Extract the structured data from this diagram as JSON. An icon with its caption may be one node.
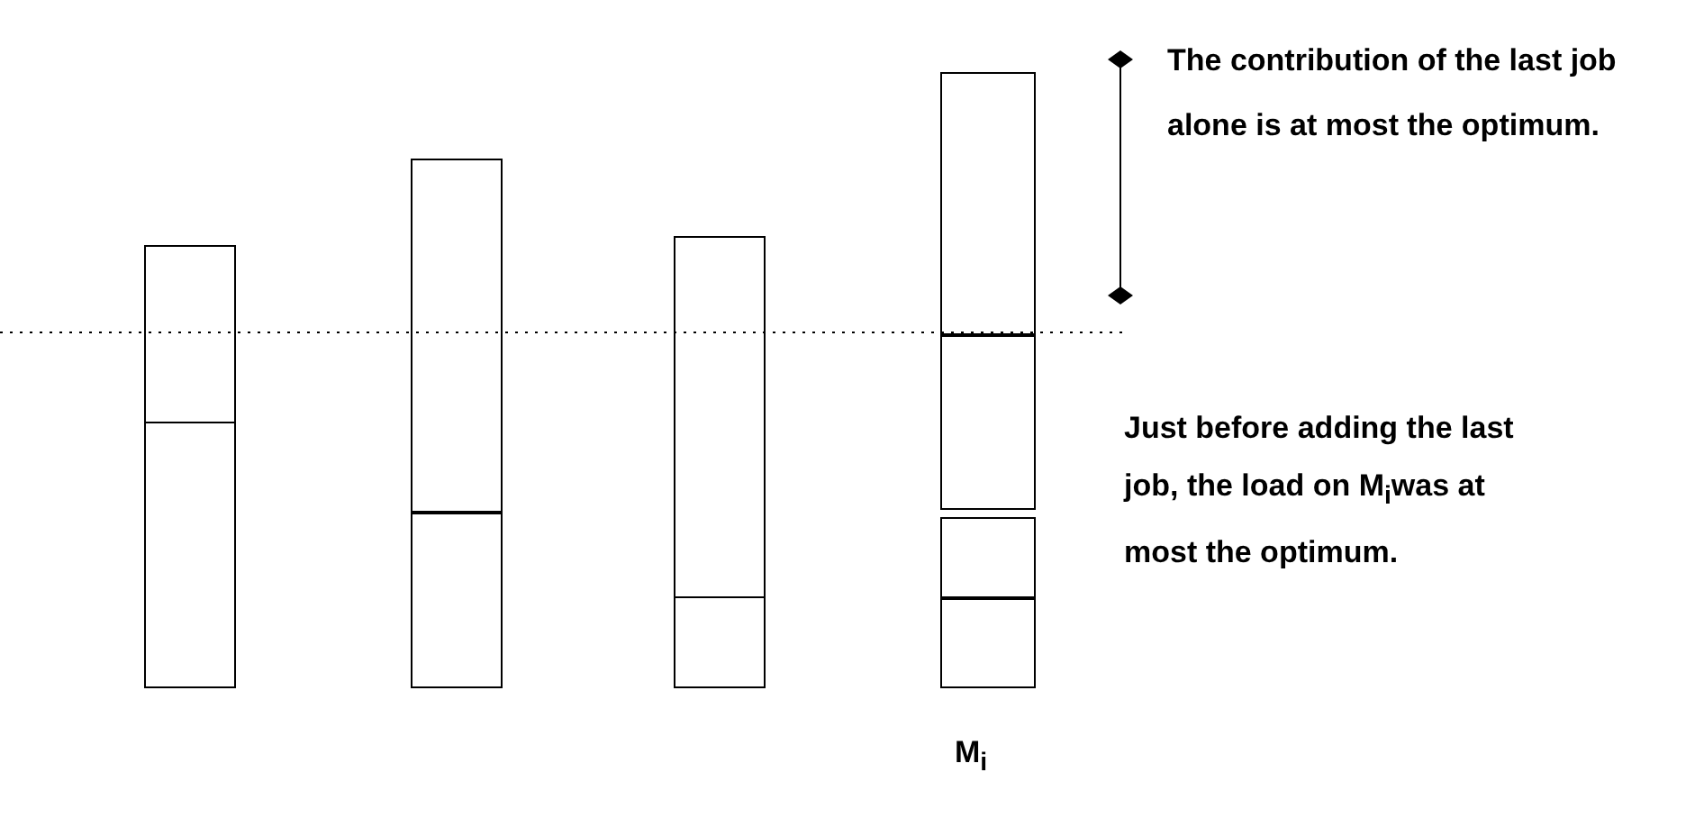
{
  "diagram": {
    "labels": [
      "The contribution of the last job alone is at most the optimum.",
      "Just before adding the last job, the load on M$_{i}$was at most the optimum.",
      "M$_{i}$"
    ]
  }
}
